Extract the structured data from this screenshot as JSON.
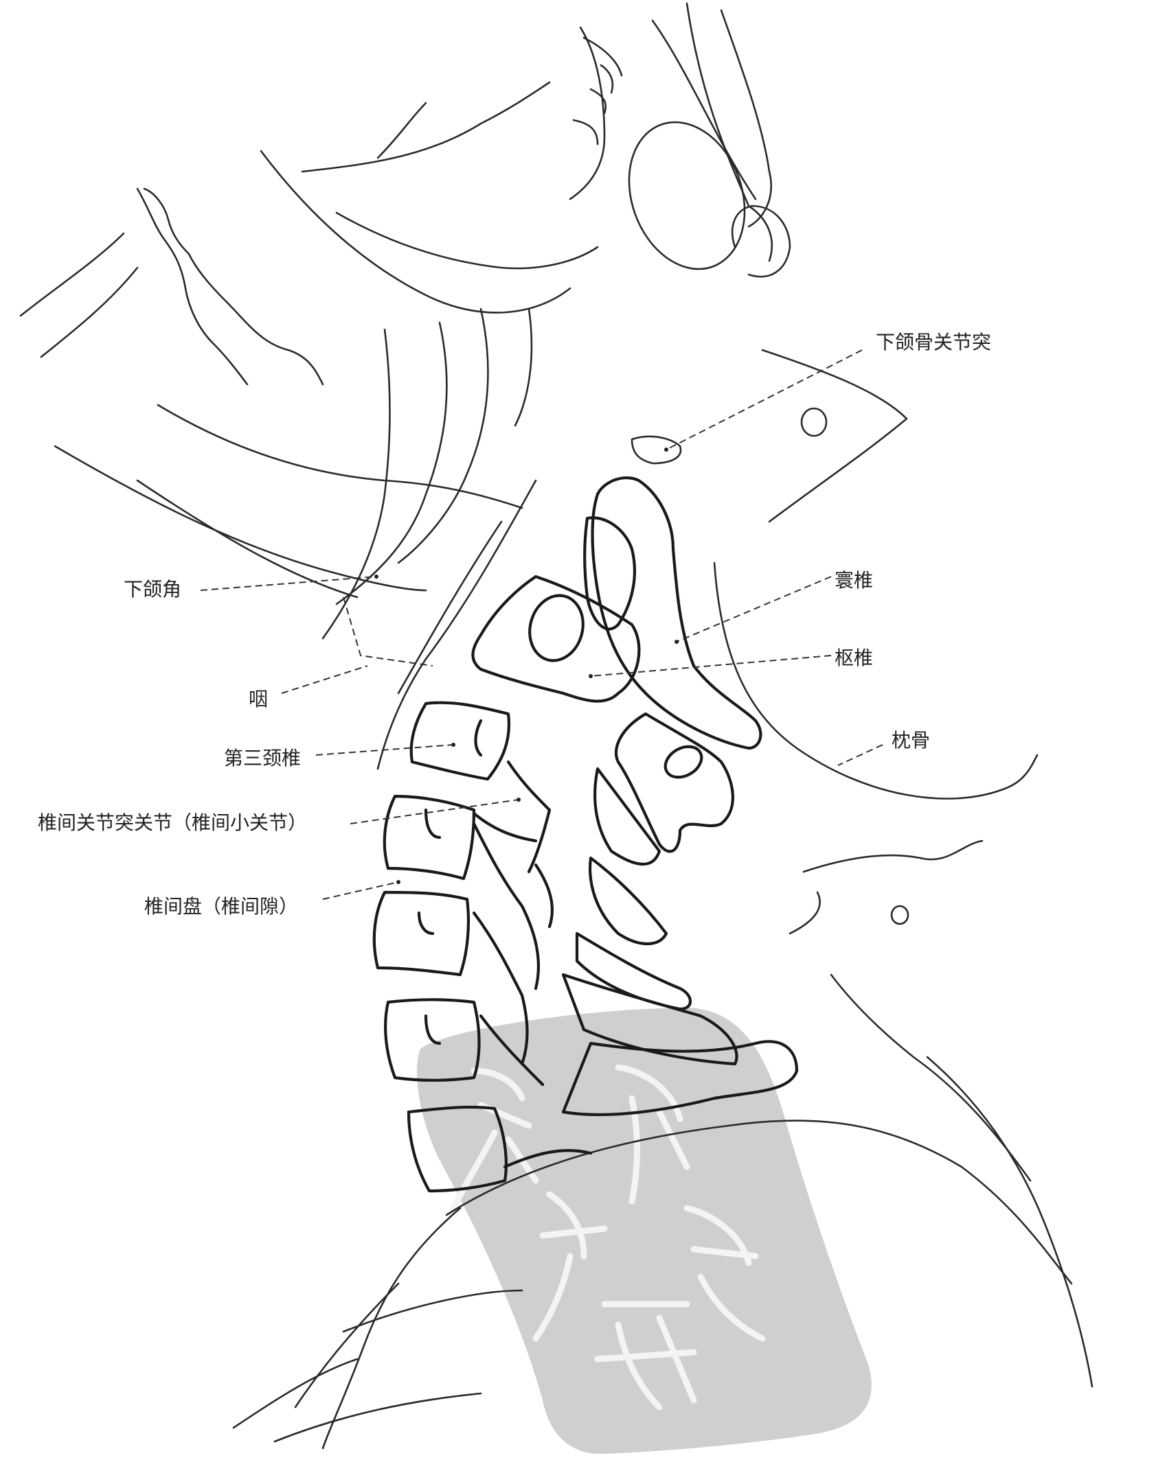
{
  "labels": {
    "mandibular_condyle": "下颌骨关节突",
    "atlas": "寰椎",
    "axis": "枢椎",
    "occipital": "枕骨",
    "mandibular_angle": "下颌角",
    "pharynx": "咽",
    "third_cervical": "第三颈椎",
    "facet_joint": "椎间关节突关节（椎间小关节）",
    "disc": "椎间盘（椎间隙）"
  },
  "colors": {
    "line": "#1a1a1a",
    "seal": "#cfcfcf"
  },
  "seal": {
    "icon": "seal-stamp-icon"
  }
}
